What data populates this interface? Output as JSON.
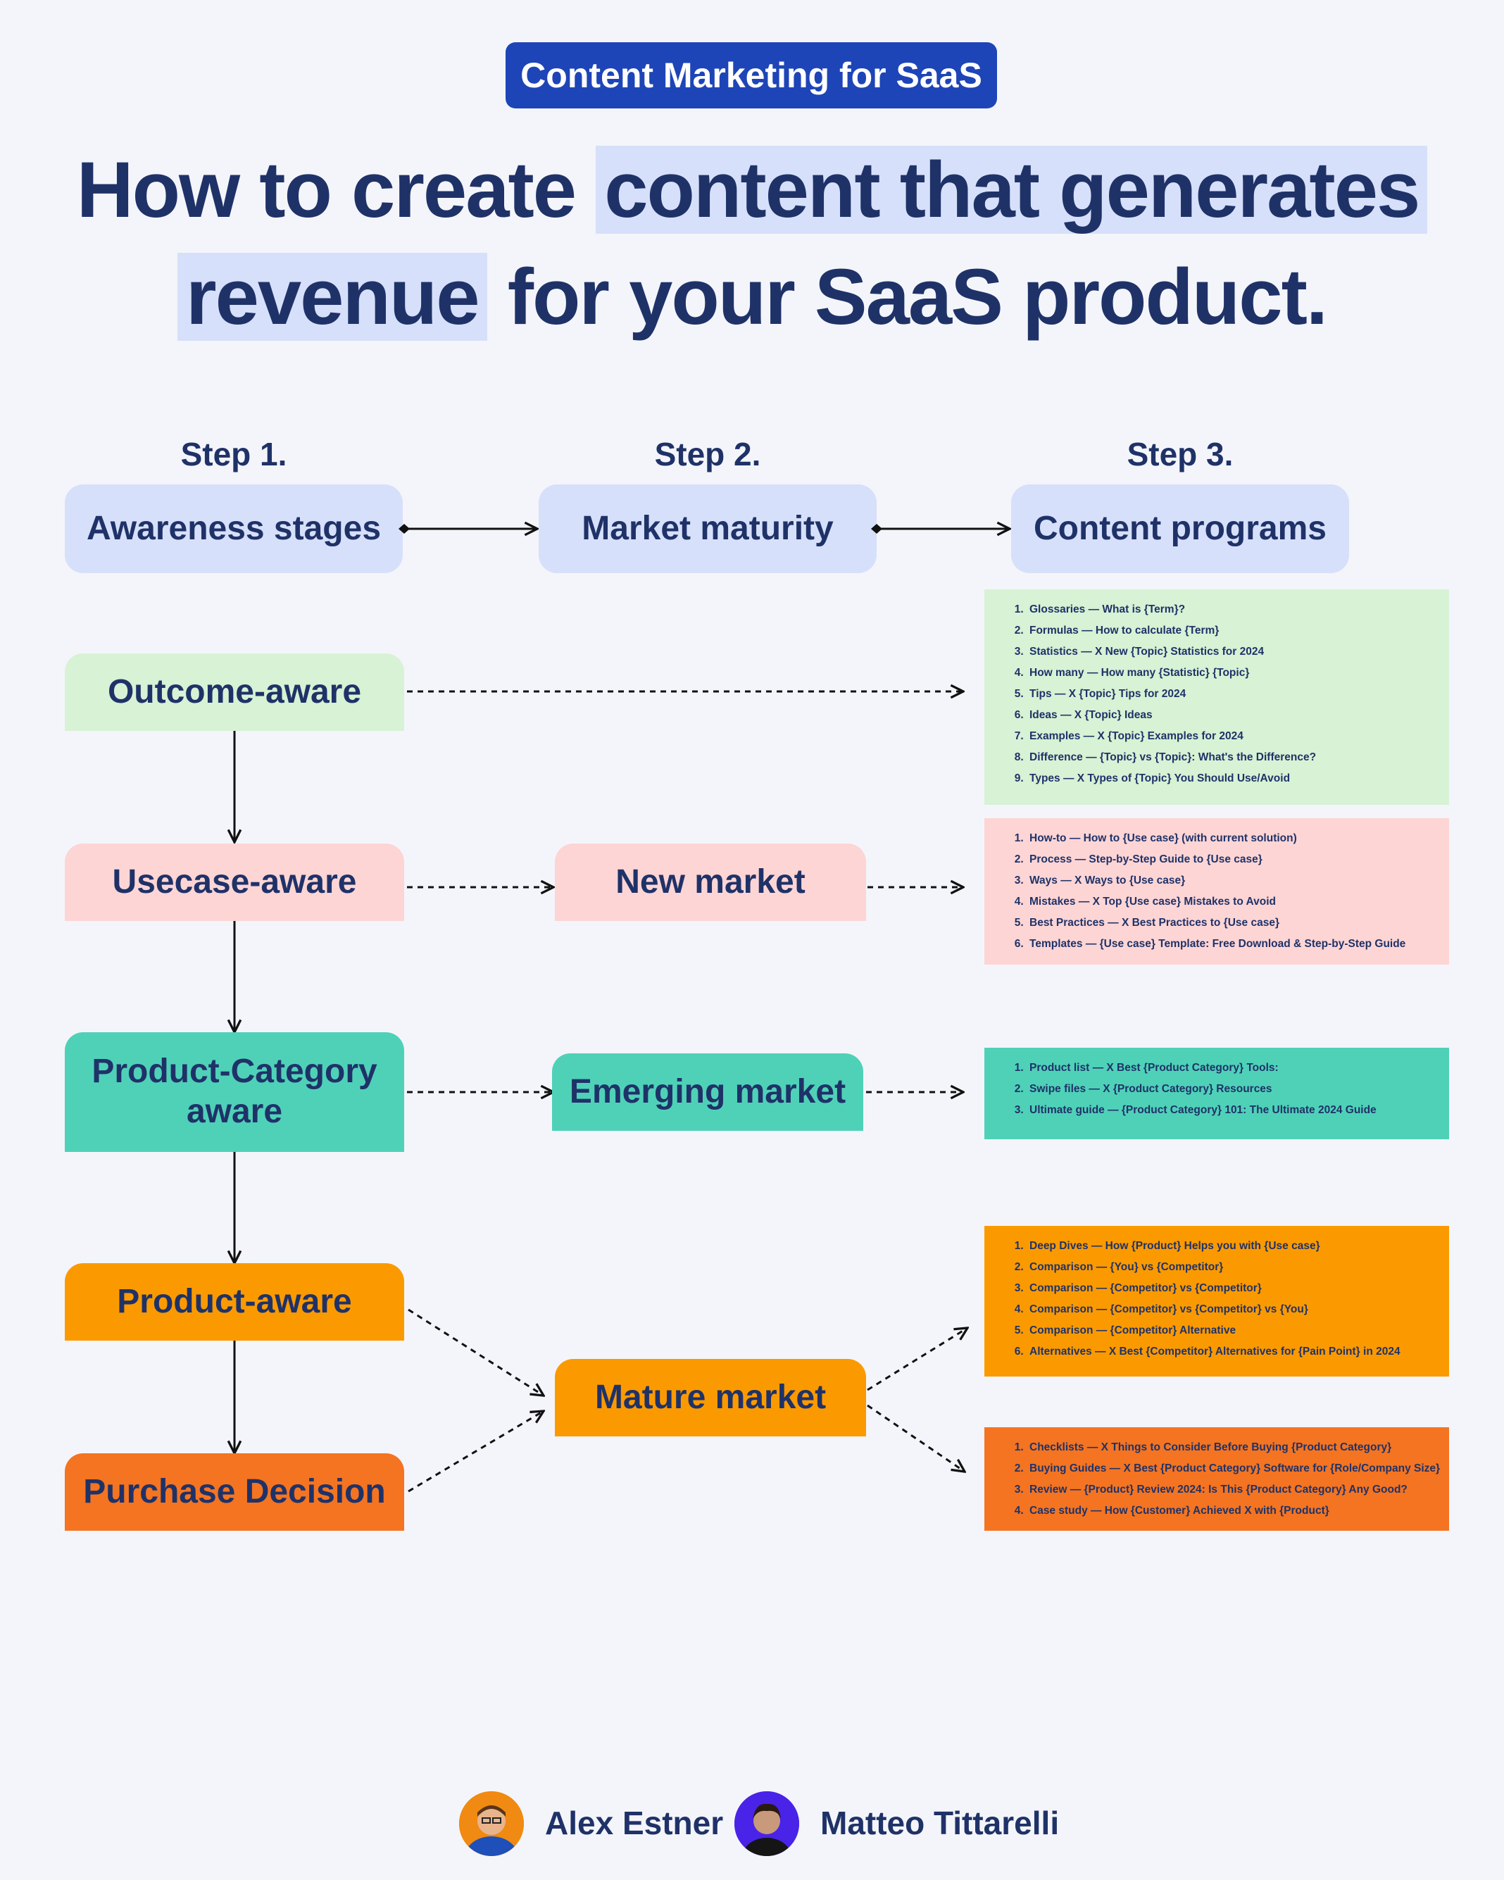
{
  "badge": "Content Marketing for SaaS",
  "headline": {
    "line1_plain": "How to create ",
    "line1_highlight": "content that generates ",
    "line2_highlight": "revenue",
    "line2_plain": " for your SaaS product."
  },
  "steps": [
    {
      "label": "Step 1.",
      "box": "Awareness stages"
    },
    {
      "label": "Step 2.",
      "box": "Market maturity"
    },
    {
      "label": "Step 3.",
      "box": "Content programs"
    }
  ],
  "stages": {
    "outcome": "Outcome-aware",
    "usecase": "Usecase-aware",
    "category_line1": "Product-Category",
    "category_line2": "aware",
    "product": "Product-aware",
    "purchase": "Purchase Decision"
  },
  "markets": {
    "new": "New market",
    "emerging": "Emerging market",
    "mature": "Mature market"
  },
  "programs": {
    "outcome": [
      "Glossaries — What is {Term}?",
      "Formulas — How to calculate {Term}",
      "Statistics — X New {Topic} Statistics for 2024",
      "How many — How many {Statistic} {Topic}",
      "Tips — X {Topic} Tips for 2024",
      "Ideas — X {Topic} Ideas",
      "Examples — X {Topic} Examples for 2024",
      "Difference — {Topic} vs {Topic}: What's the Difference?",
      "Types — X Types of {Topic} You Should Use/Avoid"
    ],
    "usecase": [
      "How-to — How to {Use case} (with current solution)",
      "Process — Step-by-Step Guide to {Use case}",
      "Ways — X Ways to {Use case}",
      "Mistakes — X Top {Use case} Mistakes to Avoid",
      "Best Practices — X Best Practices to {Use case}",
      "Templates — {Use case} Template: Free Download & Step-by-Step Guide"
    ],
    "category": [
      "Product list — X Best {Product Category} Tools:",
      "Swipe files — X {Product Category} Resources",
      "Ultimate guide — {Product Category} 101: The Ultimate 2024 Guide"
    ],
    "product": [
      "Deep Dives — How {Product} Helps you with {Use case}",
      "Comparison — {You} vs {Competitor}",
      "Comparison — {Competitor} vs {Competitor}",
      "Comparison — {Competitor} vs {Competitor} vs {You}",
      "Comparison — {Competitor} Alternative",
      "Alternatives — X Best {Competitor} Alternatives for {Pain Point} in 2024"
    ],
    "purchase": [
      "Checklists — X Things to Consider Before Buying {Product Category}",
      "Buying Guides — X Best {Product Category} Software for {Role/Company Size}",
      "Review — {Product} Review 2024: Is This {Product Category} Any Good?",
      "Case study — How {Customer} Achieved X with {Product}"
    ]
  },
  "authors": [
    "Alex Estner",
    "Matteo Tittarelli"
  ],
  "colors": {
    "background": "#f4f5fa",
    "navy": "#1f3268",
    "badge": "#1e45b7",
    "lavender": "#d7e0fa",
    "green": "#d7f2d4",
    "pink": "#fdd5d5",
    "teal": "#4fd1b8",
    "orange": "#fb9a00",
    "dark_orange": "#f47421"
  }
}
